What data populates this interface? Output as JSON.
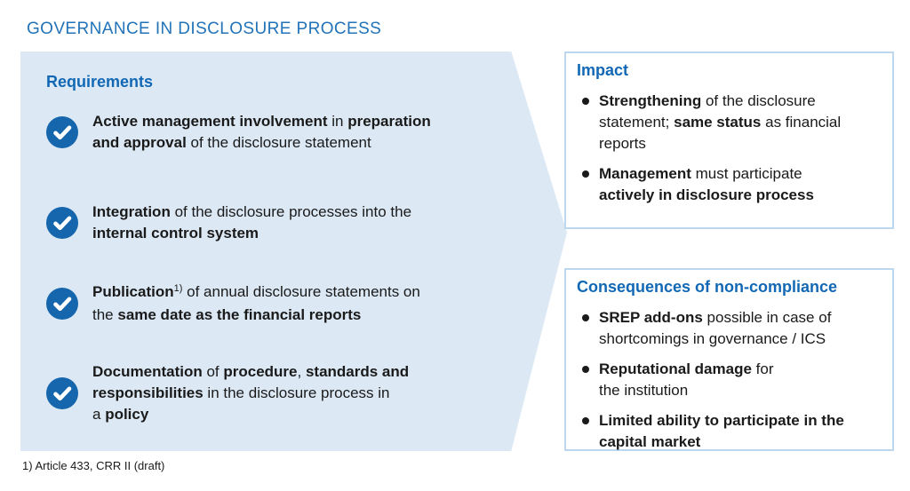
{
  "title": "GOVERNANCE IN DISCLOSURE PROCESS",
  "footnote": "1) Article 433, CRR II (draft)",
  "colors": {
    "accent": "#2273B8",
    "heading": "#1268B4",
    "panel": "#DCE9F5",
    "iconblue": "#1566AD",
    "boxborder": "#BCD7EE",
    "text": "#1A1A1A"
  },
  "icons": {
    "requirement_marker": "checkmark-circle-icon",
    "bullet_marker": "filled-dot"
  },
  "requirements": {
    "heading": "Requirements",
    "items": [
      {
        "segments": [
          {
            "t": "Active management involvement",
            "b": true
          },
          {
            "t": " in ",
            "b": false
          },
          {
            "t": "preparation",
            "b": true
          },
          {
            "br": true
          },
          {
            "t": "and approval",
            "b": true
          },
          {
            "t": " of the disclosure statement",
            "b": false
          }
        ]
      },
      {
        "segments": [
          {
            "t": "Integration",
            "b": true
          },
          {
            "t": " of the disclosure processes into the",
            "b": false
          },
          {
            "br": true
          },
          {
            "t": "internal control system",
            "b": true
          }
        ]
      },
      {
        "segments": [
          {
            "t": "Publication",
            "b": true
          },
          {
            "t": "1)",
            "b": false,
            "sup": true
          },
          {
            "t": " of annual disclosure statements on",
            "b": false
          },
          {
            "br": true
          },
          {
            "t": "the ",
            "b": false
          },
          {
            "t": "same date as the financial reports",
            "b": true
          }
        ]
      },
      {
        "segments": [
          {
            "t": "Documentation",
            "b": true
          },
          {
            "t": " of ",
            "b": false
          },
          {
            "t": "procedure",
            "b": true
          },
          {
            "t": ", ",
            "b": false
          },
          {
            "t": "standards and",
            "b": true
          },
          {
            "br": true
          },
          {
            "t": "responsibilities",
            "b": true
          },
          {
            "t": " in the disclosure process in",
            "b": false
          },
          {
            "br": true
          },
          {
            "t": "a ",
            "b": false
          },
          {
            "t": "policy",
            "b": true
          }
        ]
      }
    ]
  },
  "impact": {
    "heading": "Impact",
    "bullets": [
      {
        "segments": [
          {
            "t": "Strengthening",
            "b": true
          },
          {
            "t": " of the disclosure",
            "b": false
          },
          {
            "br": true
          },
          {
            "t": "statement; ",
            "b": false
          },
          {
            "t": "same status",
            "b": true
          },
          {
            "t": " as financial",
            "b": false
          },
          {
            "br": true
          },
          {
            "t": "reports",
            "b": false
          }
        ]
      },
      {
        "segments": [
          {
            "t": "Management",
            "b": true
          },
          {
            "t": " must participate",
            "b": false
          },
          {
            "br": true
          },
          {
            "t": "actively in disclosure process",
            "b": true
          }
        ]
      }
    ]
  },
  "consequences": {
    "heading": "Consequences of non-compliance",
    "bullets": [
      {
        "segments": [
          {
            "t": "SREP add-ons",
            "b": true
          },
          {
            "t": " possible in case of",
            "b": false
          },
          {
            "br": true
          },
          {
            "t": "shortcomings in governance / ICS",
            "b": false
          }
        ]
      },
      {
        "segments": [
          {
            "t": "Reputational damage",
            "b": true
          },
          {
            "t": " for",
            "b": false
          },
          {
            "br": true
          },
          {
            "t": "the institution",
            "b": false
          }
        ]
      },
      {
        "segments": [
          {
            "t": "Limited ability to participate in the",
            "b": true
          },
          {
            "br": true
          },
          {
            "t": "capital market",
            "b": true
          }
        ]
      }
    ]
  }
}
